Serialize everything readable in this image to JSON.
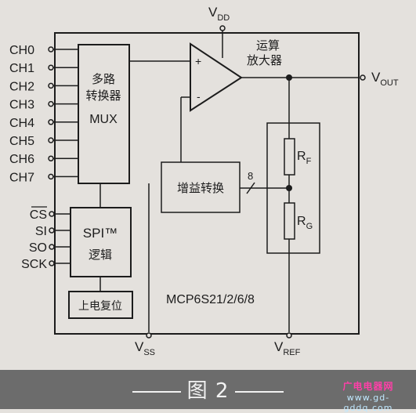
{
  "labels": {
    "vdd": "V",
    "vdd_sub": "DD",
    "vss": "V",
    "vss_sub": "SS",
    "vout": "V",
    "vout_sub": "OUT",
    "vref": "V",
    "vref_sub": "REF",
    "opamp_line1": "运算",
    "opamp_line2": "放大器",
    "mux_line1": "多路",
    "mux_line2": "转换器",
    "mux_line3": "MUX",
    "gain_switch": "增益转换",
    "bus_width": "8",
    "rf": "R",
    "rf_sub": "F",
    "rg": "R",
    "rg_sub": "G",
    "spi_line1": "SPI™",
    "spi_line2": "逻辑",
    "por": "上电复位",
    "part_number": "MCP6S21/2/6/8",
    "plus": "+",
    "minus": "-"
  },
  "channels": [
    "CH0",
    "CH1",
    "CH2",
    "CH3",
    "CH4",
    "CH5",
    "CH6",
    "CH7"
  ],
  "spi_pins": [
    "CS",
    "SI",
    "SO",
    "SCK"
  ],
  "caption": "图 2",
  "watermark": {
    "site_name": "广电电器网",
    "url": "www.gd-gddq.com"
  }
}
